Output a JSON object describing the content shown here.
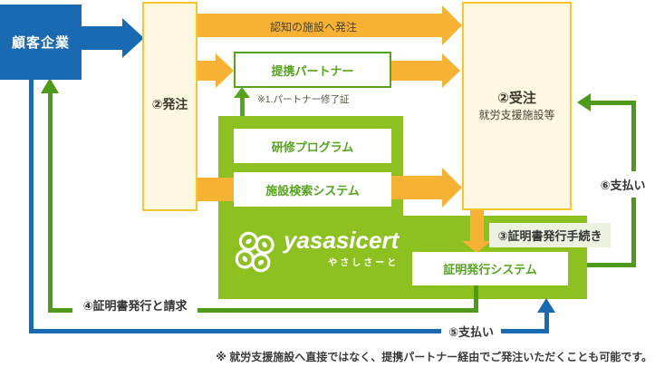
{
  "nodes": {
    "customer": "顧客企業",
    "order": "②発注",
    "receive_title": "②受注",
    "receive_subtitle": "就労支援施設等",
    "partner": "提携パートナー",
    "training": "研修プログラム",
    "facility_search": "施設検索システム",
    "cert_system": "証明発行システム"
  },
  "flows": {
    "top_arrow": "認知の施設へ発注",
    "partner_note": "※1.パートナー修了証",
    "step3": "③証明書発行手続き",
    "step4": "④証明書発行と請求",
    "step5": "⑤支払い",
    "step6": "⑥支払い"
  },
  "logo": {
    "name": "yasasicert",
    "kana": "やさしさーと"
  },
  "footnote": "※ 就労支援施設へ直接ではなく、提携パートナー経由でご発注いただくことも可能です。",
  "colors": {
    "blue": "#1a6ab2",
    "orange": "#f7b234",
    "cream": "#fdf8e2",
    "cream_border": "#f9c52e",
    "green_bg": "#8cc11f",
    "green_accent": "#56a41c",
    "green_line": "#4e9b1c",
    "text_dark": "#333333"
  }
}
